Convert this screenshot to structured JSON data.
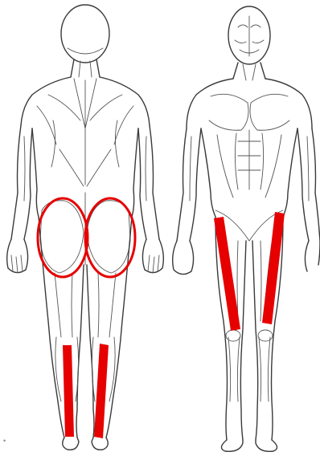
{
  "figure": {
    "views": [
      "posterior-muscle-figure",
      "anterior-muscle-figure"
    ],
    "highlight_color": "#e60000",
    "highlighted_regions": [
      {
        "view": "posterior",
        "muscle": "left-gluteus",
        "marker": "circle"
      },
      {
        "view": "posterior",
        "muscle": "right-gluteus",
        "marker": "circle"
      },
      {
        "view": "posterior",
        "muscle": "left-calf",
        "marker": "bar"
      },
      {
        "view": "posterior",
        "muscle": "right-calf",
        "marker": "bar"
      },
      {
        "view": "anterior",
        "muscle": "left-quadriceps",
        "marker": "bar"
      },
      {
        "view": "anterior",
        "muscle": "right-quadriceps",
        "marker": "bar"
      }
    ]
  }
}
